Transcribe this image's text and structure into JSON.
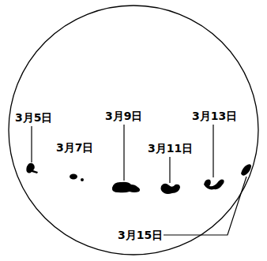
{
  "diagram": {
    "labels": [
      "3月5日",
      "3月7日",
      "3月9日",
      "3月11日",
      "3月13日",
      "3月15日"
    ]
  }
}
